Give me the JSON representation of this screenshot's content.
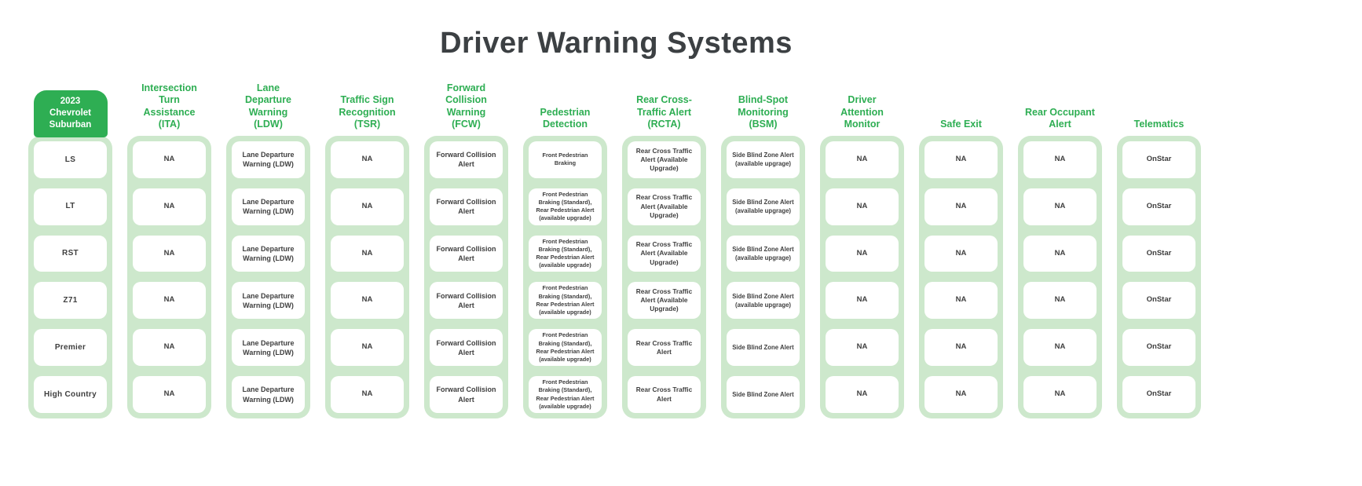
{
  "title": "Driver Warning Systems",
  "colors": {
    "accent": "#2eae53",
    "container": "#cde8cc",
    "cell_text": "#3e3e3e",
    "title_text": "#3c4043"
  },
  "chart_data": {
    "type": "table",
    "title": "Driver Warning Systems",
    "row_labels": [
      "LS",
      "LT",
      "RST",
      "Z71",
      "Premier",
      "High Country"
    ],
    "columns": [
      {
        "header": "2023\nChevrolet\nSuburban",
        "cells": [
          "LS",
          "LT",
          "RST",
          "Z71",
          "Premier",
          "High Country"
        ]
      },
      {
        "header": "Intersection\nTurn\nAssistance\n(ITA)",
        "cells": [
          "NA",
          "NA",
          "NA",
          "NA",
          "NA",
          "NA"
        ]
      },
      {
        "header": "Lane\nDeparture\nWarning\n(LDW)",
        "cells": [
          "Lane Departure Warning (LDW)",
          "Lane Departure Warning (LDW)",
          "Lane Departure Warning (LDW)",
          "Lane Departure Warning (LDW)",
          "Lane Departure Warning (LDW)",
          "Lane Departure Warning (LDW)"
        ]
      },
      {
        "header": "Traffic Sign\nRecognition\n(TSR)",
        "cells": [
          "NA",
          "NA",
          "NA",
          "NA",
          "NA",
          "NA"
        ]
      },
      {
        "header": "Forward\nCollision\nWarning\n(FCW)",
        "cells": [
          "Forward Collision Alert",
          "Forward Collision Alert",
          "Forward Collision Alert",
          "Forward Collision Alert",
          "Forward Collision Alert",
          "Forward Collision Alert"
        ]
      },
      {
        "header": "Pedestrian\nDetection",
        "cells": [
          "Front Pedestrian Braking",
          "Front Pedestrian Braking (Standard), Rear Pedestrian Alert (available upgrade)",
          "Front Pedestrian Braking (Standard), Rear Pedestrian Alert (available upgrade)",
          "Front Pedestrian Braking (Standard), Rear Pedestrian Alert (available upgrade)",
          "Front Pedestrian Braking (Standard), Rear Pedestrian Alert (available upgrade)",
          "Front Pedestrian Braking (Standard), Rear Pedestrian Alert (available upgrade)"
        ]
      },
      {
        "header": "Rear Cross-\nTraffic Alert\n(RCTA)",
        "cells": [
          "Rear Cross Traffic Alert (Available Upgrade)",
          "Rear Cross Traffic Alert (Available Upgrade)",
          "Rear Cross Traffic Alert (Available Upgrade)",
          "Rear Cross Traffic Alert (Available Upgrade)",
          "Rear Cross Traffic Alert",
          "Rear Cross Traffic Alert"
        ]
      },
      {
        "header": "Blind-Spot\nMonitoring\n(BSM)",
        "cells": [
          "Side Blind Zone Alert (available upgrage)",
          "Side Blind Zone Alert (available upgrage)",
          "Side Blind Zone Alert (available upgrage)",
          "Side Blind Zone Alert (available upgrage)",
          "Side Blind Zone Alert",
          "Side Blind Zone Alert"
        ]
      },
      {
        "header": "Driver\nAttention\nMonitor",
        "cells": [
          "NA",
          "NA",
          "NA",
          "NA",
          "NA",
          "NA"
        ]
      },
      {
        "header": "Safe Exit",
        "cells": [
          "NA",
          "NA",
          "NA",
          "NA",
          "NA",
          "NA"
        ]
      },
      {
        "header": "Rear Occupant\nAlert",
        "cells": [
          "NA",
          "NA",
          "NA",
          "NA",
          "NA",
          "NA"
        ]
      },
      {
        "header": "Telematics",
        "cells": [
          "OnStar",
          "OnStar",
          "OnStar",
          "OnStar",
          "OnStar",
          "OnStar"
        ]
      }
    ]
  }
}
